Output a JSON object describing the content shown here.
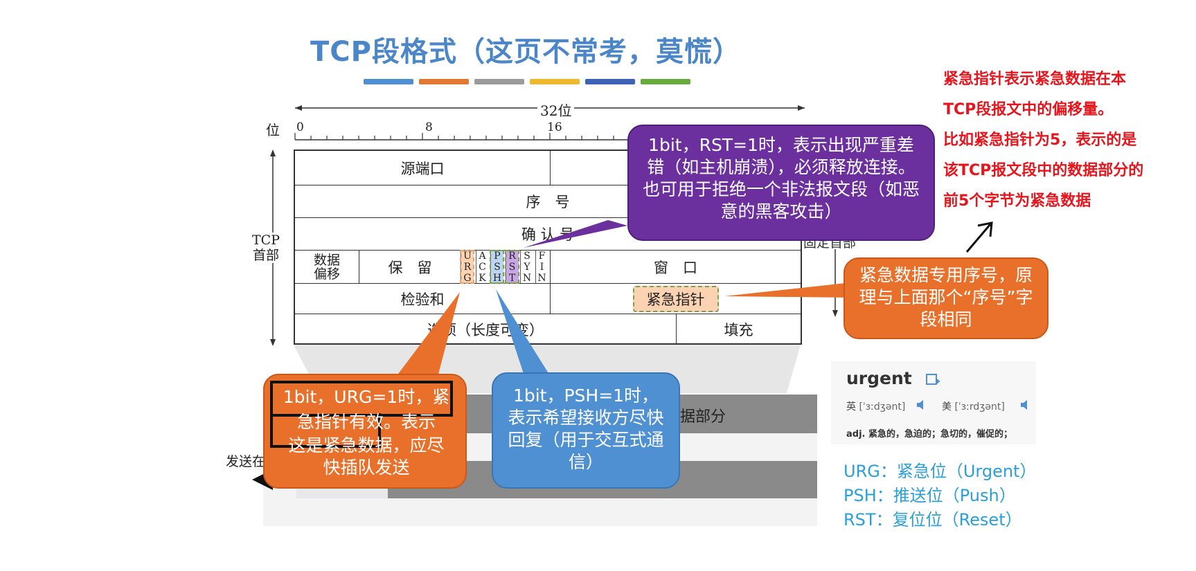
{
  "title": "TCP段格式（这页不常考，莫慌）",
  "colors": {
    "bar": [
      "#4f8fd0",
      "#e07a32",
      "#9b9b9b",
      "#f0b830",
      "#3f62b6",
      "#6aab3f"
    ],
    "title": "#4a86c8",
    "red_note": "#e8141c",
    "legend": "#2a9fd8"
  },
  "ruler": {
    "bit_label": "位",
    "width_label": "32位",
    "ticks": [
      "0",
      "8",
      "16"
    ]
  },
  "side": {
    "tcp_header": "TCP\n首部",
    "fixed_header": "固定首部"
  },
  "table": {
    "src_port": "源端口",
    "seq": "序　号",
    "ack": "确 认 号",
    "data_offset": "数据\n偏移",
    "reserved": "保　留",
    "flags": [
      "URG",
      "ACK",
      "PSH",
      "RST",
      "SYN",
      "FIN"
    ],
    "window": "窗　口",
    "checksum": "检验和",
    "urgent_ptr": "紧急指针",
    "options": "选项（长度可变）",
    "padding": "填充"
  },
  "bubbles": {
    "rst": "1bit，RST=1时，表示出现严重差错（如主机崩溃），必须释放连接。也可用于拒绝一个非法报文段（如恶意的黑客攻击）",
    "urgent_seq": "紧急数据专用序号，原理与上面那个“序号”字段相同",
    "urg_line1": "1bit，URG=1时，紧",
    "urg_line2": "急指针有效。",
    "urg_line2b": "表示",
    "urg_line3": "这是紧急数据，应尽快插队发送",
    "psh": "1bit，PSH=1时，表示希望接收方尽快回复（用于交互式通信）"
  },
  "red_note": [
    "紧急指针表示紧急数据在本",
    "TCP段报文中的偏移量。",
    "比如紧急指针为5，表示的是",
    "该TCP报文段中的数据部分的",
    "前5个字节为紧急数据"
  ],
  "dict": {
    "word": "urgent",
    "uk": "英",
    "uk_phon": "[ˈɜːdʒənt]",
    "us": "美",
    "us_phon": "[ˈɜːrdʒənt]",
    "def": "adj. 紧急的，急迫的；急切的，催促的；"
  },
  "legend": [
    "URG：紧急位（Urgent）",
    "PSH：推送位（Push）",
    "RST：复位位（Reset）"
  ],
  "bottom": {
    "data_part": "数据部分",
    "send_label": "发送在"
  }
}
